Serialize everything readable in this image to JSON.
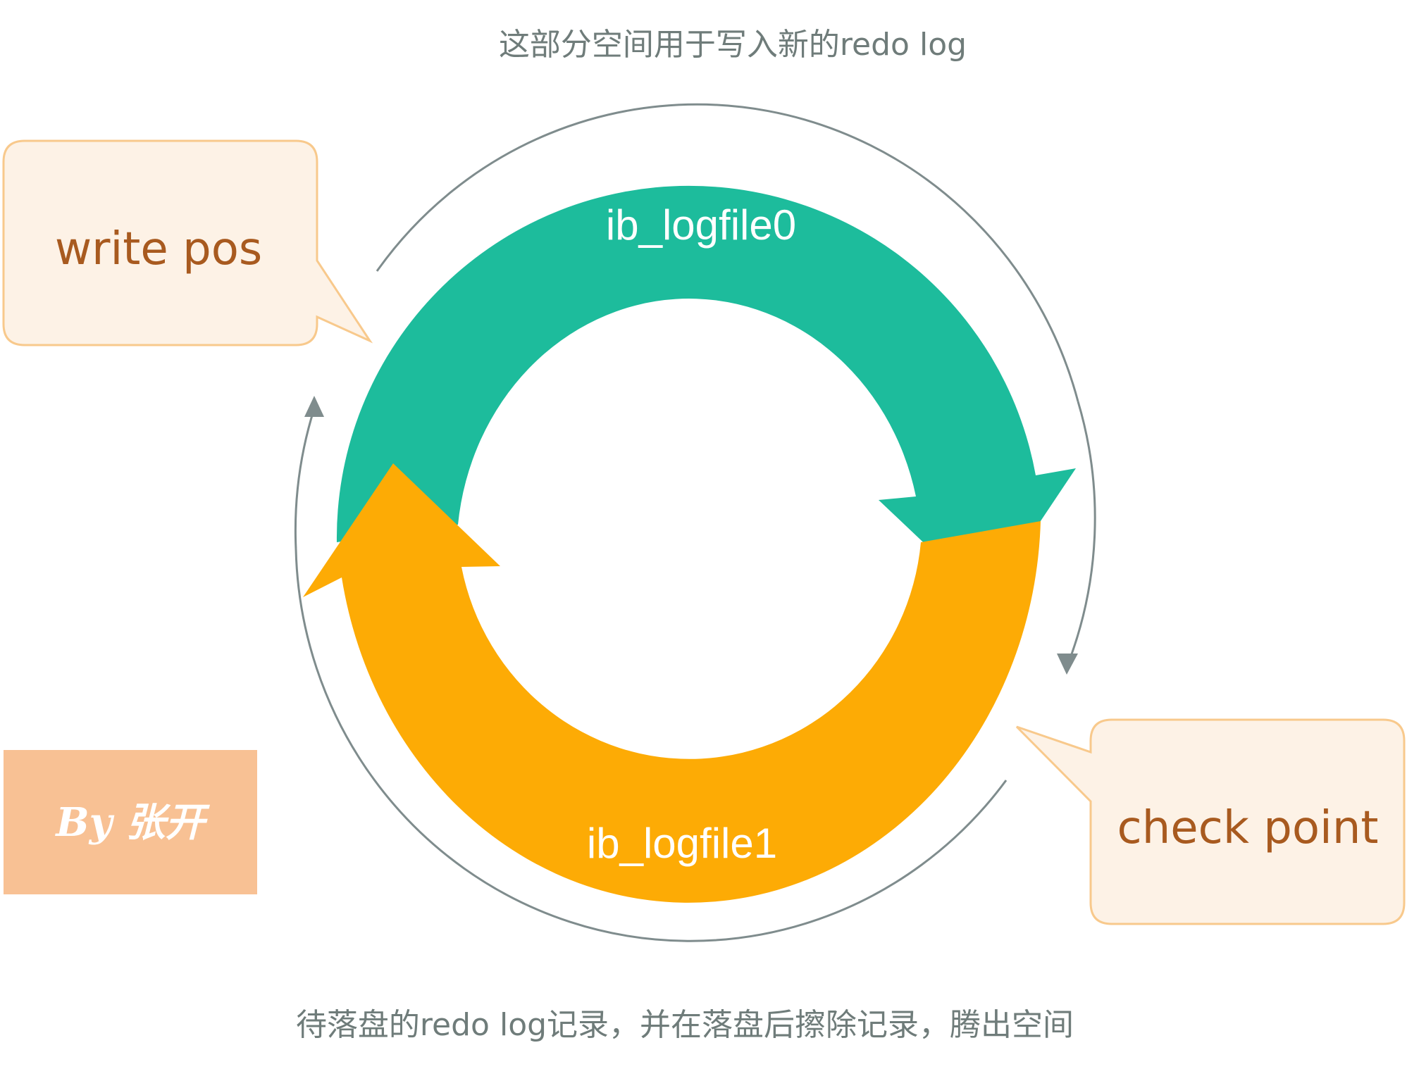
{
  "top_caption": "这部分空间用于写入新的redo log",
  "bottom_caption": "待落盘的redo log记录，并在落盘后擦除记录，腾出空间",
  "files": {
    "top": "ib_logfile0",
    "bottom": "ib_logfile1"
  },
  "callouts": {
    "write_pos": "write pos",
    "check_point": "check point"
  },
  "signature": "By 张开",
  "colors": {
    "teal_arrow": "#1dbc9c",
    "orange_arrow": "#fdab05",
    "callout_fill": "#fdf2e6",
    "callout_border": "#f8c98c",
    "callout_text": "#a85a1f",
    "signature_bg": "#f8c194",
    "guide_line": "#7f8c8d",
    "caption_text": "#6f7c7a"
  }
}
